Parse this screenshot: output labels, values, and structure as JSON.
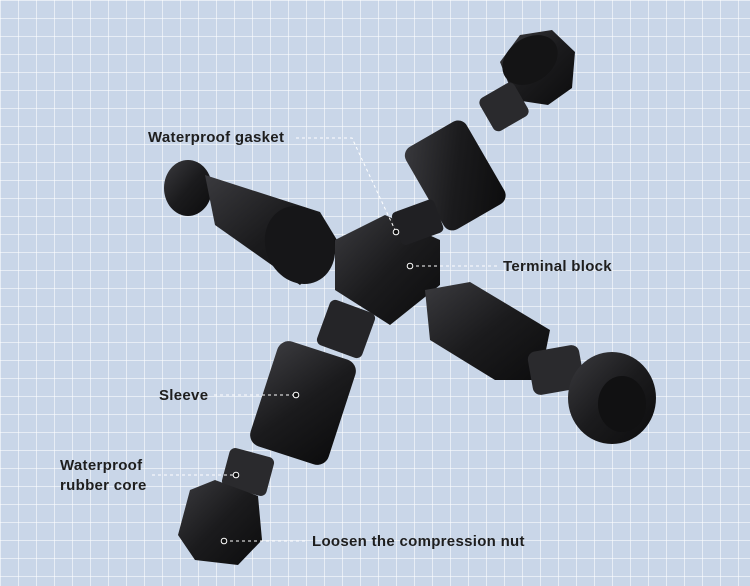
{
  "labels": {
    "waterproof_gasket": "Waterproof gasket",
    "terminal_block": "Terminal block",
    "sleeve": "Sleeve",
    "waterproof_rubber_core": "Waterproof rubber core",
    "loosen_nut": "Loosen the compression nut"
  },
  "colors": {
    "background": "#c9d6e8",
    "part": "#1f1f22",
    "leader": "#ffffff"
  }
}
